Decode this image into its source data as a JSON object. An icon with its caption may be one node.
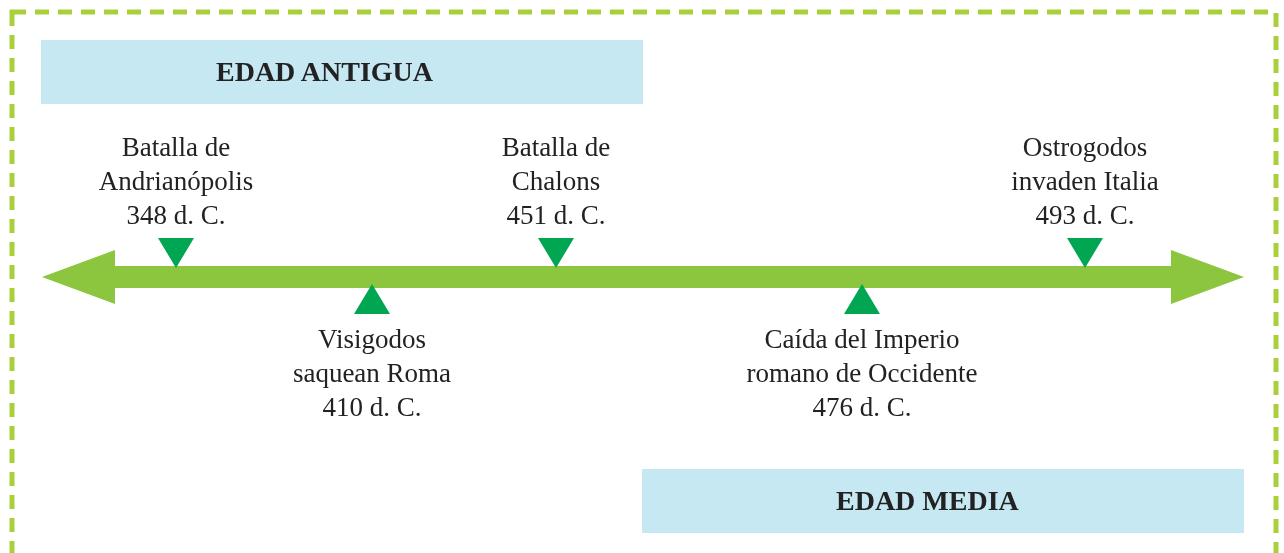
{
  "diagram": {
    "nodes": [
      {
        "text": [
          "EDAD ANTIGUA"
        ]
      },
      {
        "text": [
          "EDAD MEDIA"
        ]
      }
    ],
    "labels": [
      "Batalla de Andrianópolis",
      "348 d. C.",
      "Batalla de Chalons",
      "451 d. C.",
      "Ostrogodos invaden Italia",
      "493 d. C.",
      "Visigodos saquean Roma",
      "410 d. C.",
      "Caída del Imperio romano de Occidente",
      "476 d. C."
    ]
  }
}
